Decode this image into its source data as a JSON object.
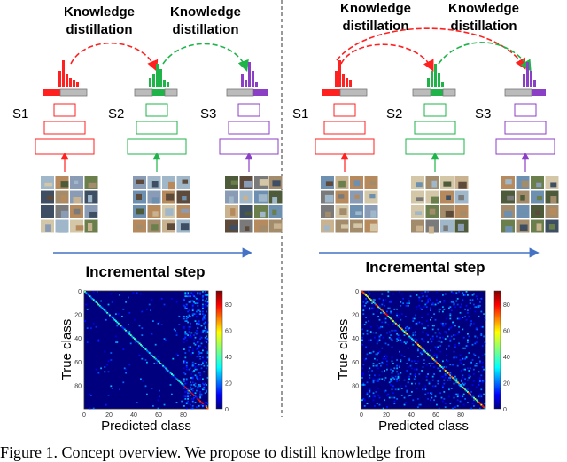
{
  "panels": [
    {
      "id": "left",
      "kd_labels": [
        [
          "Knowledge",
          "distillation"
        ],
        [
          "Knowledge",
          "distillation"
        ]
      ],
      "steps": [
        "S1",
        "S2",
        "S3"
      ],
      "incremental_label": "Incremental step"
    },
    {
      "id": "right",
      "kd_labels": [
        [
          "Knowledge",
          "distillation"
        ],
        [
          "Knowledge",
          "distillation"
        ]
      ],
      "steps": [
        "S1",
        "S2",
        "S3"
      ],
      "incremental_label": "Incremental step"
    }
  ],
  "confusion": [
    {
      "ylabel": "True class",
      "xlabel": "Predicted class",
      "x_ticks": [
        "0",
        "20",
        "40",
        "60",
        "80"
      ],
      "y_ticks": [
        "0",
        "20",
        "40",
        "60",
        "80"
      ],
      "cbar_ticks": [
        "0",
        "20",
        "40",
        "60",
        "80"
      ]
    },
    {
      "ylabel": "True class",
      "xlabel": "Predicted class",
      "x_ticks": [
        "0",
        "20",
        "40",
        "60",
        "80"
      ],
      "y_ticks": [
        "0",
        "20",
        "40",
        "60",
        "80"
      ],
      "cbar_ticks": [
        "0",
        "20",
        "40",
        "60",
        "80"
      ]
    }
  ],
  "caption": "Figure 1. Concept overview. We propose to distill knowledge from",
  "colors": {
    "s1": "#ff2020",
    "s2": "#1fb34a",
    "s3": "#8b3fc4",
    "arrow": "#4472c4"
  }
}
